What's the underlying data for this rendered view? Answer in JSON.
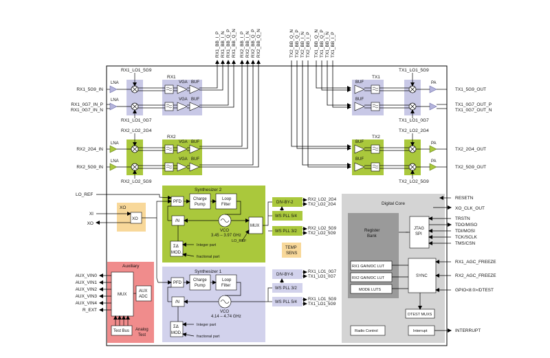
{
  "top_signals_left": [
    "RX1_BB_I_P",
    "RX1_BB_I_N",
    "RX1_BB_Q_P",
    "RX1_BB_Q_N",
    "RX2_BB_I_P",
    "RX2_BB_I_N",
    "RX2_BB_Q_P",
    "RX2_BB_Q_N"
  ],
  "top_signals_right": [
    "TX2_BB_Q_N",
    "TX2_BB_Q_P",
    "TX2_BB_I_N",
    "TX2_BB_I_P",
    "TX1_BB_Q_N",
    "TX1_BB_Q_P",
    "TX1_BB_I_N",
    "TX1_BB_I_P"
  ],
  "rx1": {
    "label": "RX1",
    "lo_top": "RX1_LO1_5G9",
    "lo_bottom": "RX1_LO1_0G7",
    "in_5g9": "RX1_5G9_IN",
    "in_0g7_p": "RX1_0G7_IN_P",
    "in_0g7_n": "RX1_0G7_IN_N"
  },
  "rx2": {
    "label": "RX2",
    "lo_top": "RX2_LO2_2G4",
    "lo_bottom": "RX2_LO2_5G9",
    "in_2g4": "RX2_2G4_IN",
    "in_5g9": "RX2_5G9_IN"
  },
  "tx1": {
    "label": "TX1",
    "lo_top": "TX1_LO1_5G9",
    "lo_bottom": "TX1_LO1_0G7",
    "out_5g9": "TX1_5G9_OUT",
    "out_0g7_p": "TX1_0G7_OUT_P",
    "out_0g7_n": "TX1_0G7_OUT_N"
  },
  "tx2": {
    "label": "TX2",
    "lo_top": "TX2_LO2_2G4",
    "lo_bottom": "TX2_LO2_5G9",
    "out_2g4": "TX2_2G4_OUT",
    "out_5g9": "TX2_5G9_OUT"
  },
  "block_labels": {
    "lna": "LNA",
    "vga": "VGA",
    "buf": "BUF",
    "pa": "PA"
  },
  "synth2": {
    "title": "Synthesizer 2",
    "pfd": "PFD",
    "charge_pump_1": "Charge",
    "charge_pump_2": "Pump",
    "loop_filter_1": "Loop",
    "loop_filter_2": "Filter",
    "div": "/N",
    "vco": "VCO",
    "vco_range": "3.45 – 3.97 GHz",
    "mux": "MUX",
    "sd_1": "ΣΔ",
    "sd_2": "MOD.",
    "integer_part": "Integer part",
    "fractional_part": "fractional part",
    "lo_ref_out": "LO_REF"
  },
  "synth2_outputs": {
    "div_by_2": "DIV-BY-2",
    "ws_pll_54": "WS PLL 5/4",
    "ws_pll_32": "WS PLL 3/2",
    "rx2_lo2_2g4": "RX2_LO2_2G4",
    "tx2_lo2_2g4": "TX2_LO2_2G4",
    "rx2_lo2_5g9": "RX2_LO2_5G9",
    "tx2_lo2_5g9": "TX2_LO2_5G9"
  },
  "synth1": {
    "title": "Synthesizer 1",
    "pfd": "PFD",
    "charge_pump_1": "Charge",
    "charge_pump_2": "Pump",
    "loop_filter_1": "Loop",
    "loop_filter_2": "Filter",
    "div": "/N",
    "vco": "VCO",
    "vco_range": "4.14 – 4.74 GHz",
    "sd_1": "ΣΔ",
    "sd_2": "MOD.",
    "integer_part": "Integer part",
    "fractional_part": "fractional part"
  },
  "synth1_outputs": {
    "div_by_6": "DIV-BY-6",
    "ws_pll_32": "WS PLL 3/2",
    "ws_pll_54": "WS PLL 5/4",
    "rx1_lo1_0g7": "RX1_LO1_0G7",
    "tx1_lo1_0g7": "TX1_LO1_0G7",
    "rx1_lo1_5g9": "RX1_LO1_5G9",
    "tx1_lo1_5g9": "TX1_LO1_5G9"
  },
  "temp_sens_1": "TEMP",
  "temp_sens_2": "SENS",
  "xo": {
    "title": "XO",
    "block": "XO",
    "xi": "XI",
    "xo_pin": "XO",
    "lo_ref": "LO_REF"
  },
  "auxiliary": {
    "title": "Auxiliary",
    "mux": "MUX",
    "adc_1": "AUX",
    "adc_2": "ADC",
    "test_bus": "Test Bus",
    "analog_test_1": "Analog",
    "analog_test_2": "Test",
    "pins": [
      "AUX_VIN0",
      "AUX_VIN1",
      "AUX_VIN2",
      "AUX_VIN3",
      "AUX_VIN4",
      "R_EXT"
    ]
  },
  "digital_core": {
    "title": "Digital Core",
    "register_bank_1": "Register",
    "register_bank_2": "Bank",
    "jtag_1": "JTAG",
    "jtag_2": "SPI",
    "rx1_lut": "RX1 GAIN/DC LUT",
    "rx2_lut": "RX2 GAIN/DC LUT",
    "mode_luts": "MODE LUTS",
    "sync": "SYNC",
    "dtest_muxs": "DTEST MUXS",
    "radio_control": "Radio Control",
    "interrupt": "Interrupt"
  },
  "right_pins": {
    "resetn": "RESETN",
    "xo_clk_out": "XO_CLK_OUT",
    "trstn": "TRSTN",
    "tdo": "TDO/MISO",
    "tdi": "TDI/MOSI",
    "tck": "TCK/SCLK",
    "tms": "TMS/CSN",
    "rx1_agc": "RX1_AGC_FREEZE",
    "rx2_agc": "RX2_AGC_FREEZE",
    "gpio": "GPIO<8:0>/DTEST",
    "interrupt": "INTERRUPT"
  },
  "colors": {
    "rx_blue": "#c8c8e6",
    "green": "#aac83c",
    "synth1_bg": "#d2d2ec",
    "xo_bg": "#f8d89a",
    "aux_bg": "#f08c8c",
    "digital_bg": "#d4d4d4",
    "register_bg": "#9a9a9a"
  }
}
